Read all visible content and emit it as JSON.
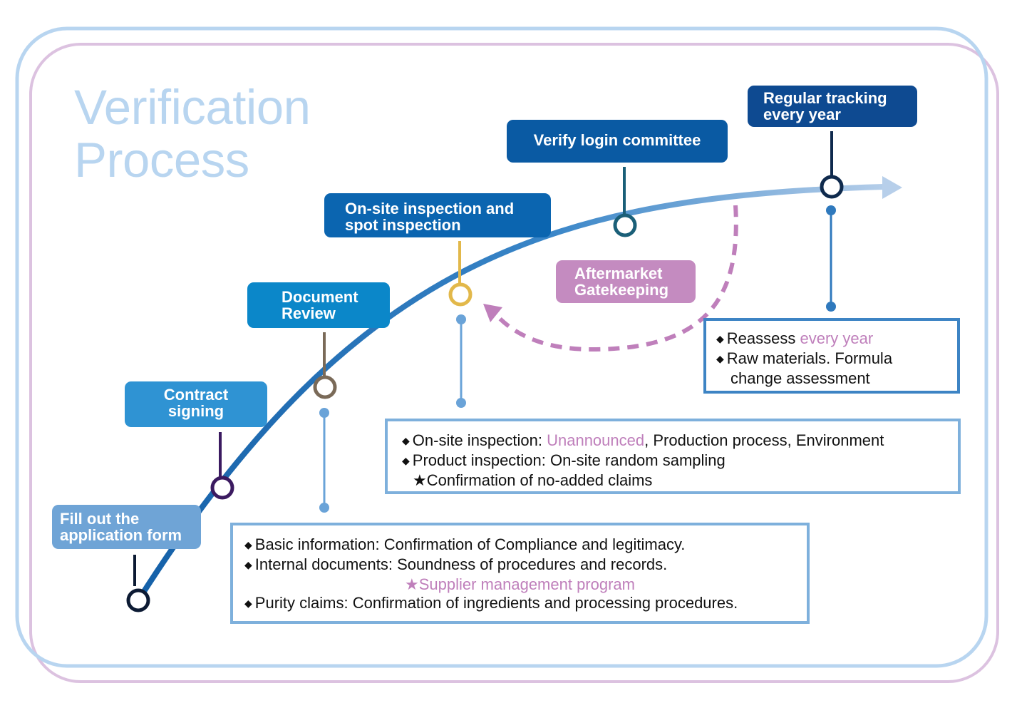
{
  "title": {
    "line1": "Verification",
    "line2": "Process"
  },
  "steps": [
    {
      "line1": "Fill out the",
      "line2": "application form"
    },
    {
      "line1": "Contract",
      "line2": "signing"
    },
    {
      "line1": "Document",
      "line2": "Review"
    },
    {
      "line1": "On-site inspection and",
      "line2": "spot inspection"
    },
    {
      "line1": "Verify login committee",
      "line2": ""
    },
    {
      "line1": "Regular tracking",
      "line2": "every year"
    }
  ],
  "aftermarket": {
    "line1": "Aftermarket",
    "line2": "Gatekeeping"
  },
  "boxes": {
    "document_review": {
      "l1": "Basic information: Confirmation of Compliance and legitimacy.",
      "l2": "Internal documents: Soundness of procedures and records.",
      "l3": "★Supplier management program",
      "l4": "Purity claims: Confirmation of ingredients and processing procedures."
    },
    "onsite": {
      "l1a": "On-site inspection: ",
      "l1b": "Unannounced",
      "l1c": ", Production process, Environment",
      "l2": "Product inspection: On-site random sampling",
      "l3": "★Confirmation of no-added claims"
    },
    "tracking": {
      "l1a": "Reassess ",
      "l1b": "every year",
      "l2": "Raw materials. Formula",
      "l3": "change assessment"
    }
  },
  "colors": {
    "curve": "#1b6cb3",
    "title": "#b8d5f0",
    "accent_pink": "#bf7fbb",
    "frame_blue": "#b8d5f0",
    "frame_pink": "#dcc2e0"
  }
}
